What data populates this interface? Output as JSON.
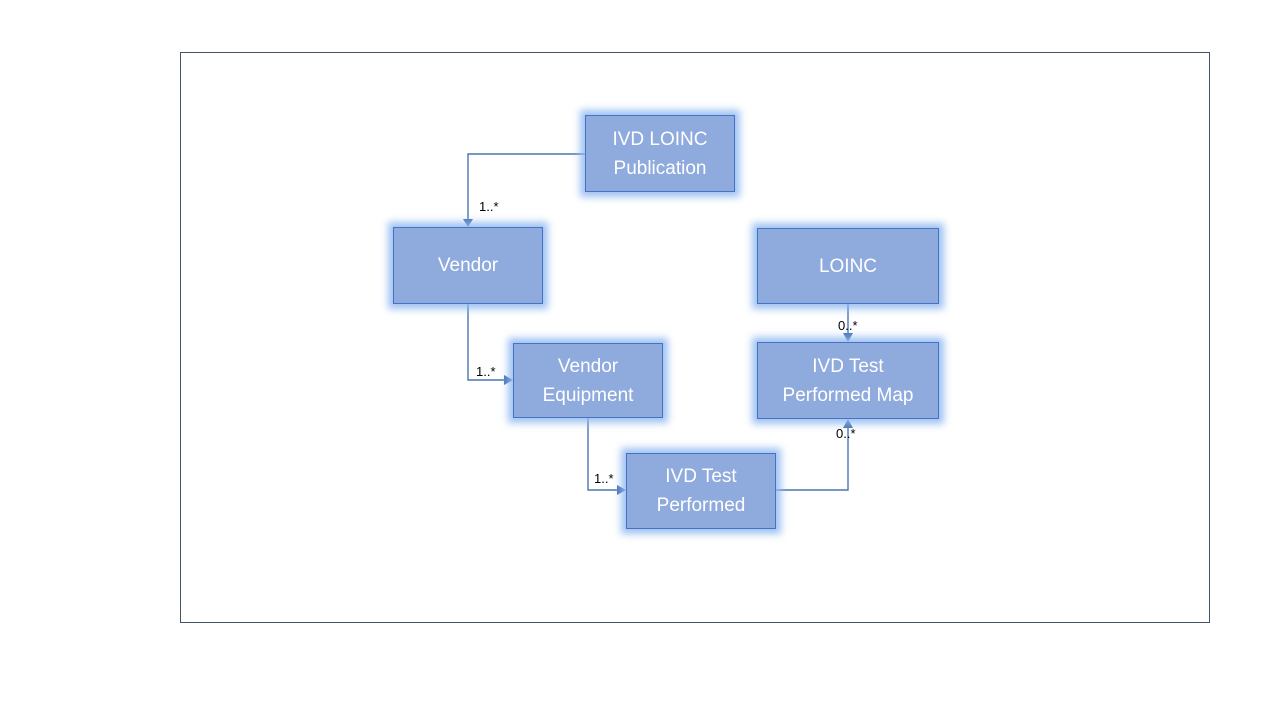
{
  "styles": {
    "node_fill": "#8faadc",
    "node_border": "#4472c4",
    "node_text_color": "#ffffff",
    "connector_color": "#4a76b4",
    "frame_border_color": "#44546a",
    "label_color": "#000000",
    "canvas_bg": "#ffffff"
  },
  "nodes": [
    {
      "id": "ivd-loinc-publication",
      "label": "IVD LOINC\nPublication"
    },
    {
      "id": "vendor",
      "label": "Vendor"
    },
    {
      "id": "loinc",
      "label": "LOINC"
    },
    {
      "id": "ivd-test-performed-map",
      "label": "IVD Test\nPerformed Map"
    },
    {
      "id": "vendor-equipment",
      "label": "Vendor\nEquipment"
    },
    {
      "id": "ivd-test-performed",
      "label": "IVD Test\nPerformed"
    }
  ],
  "connectors": [
    {
      "from": "ivd-loinc-publication",
      "to": "vendor",
      "cardinality": "1..*"
    },
    {
      "from": "vendor",
      "to": "vendor-equipment",
      "cardinality": "1..*"
    },
    {
      "from": "vendor-equipment",
      "to": "ivd-test-performed",
      "cardinality": "1..*"
    },
    {
      "from": "loinc",
      "to": "ivd-test-performed-map",
      "cardinality": "0..*"
    },
    {
      "from": "ivd-test-performed",
      "to": "ivd-test-performed-map",
      "cardinality": "0..*"
    }
  ]
}
